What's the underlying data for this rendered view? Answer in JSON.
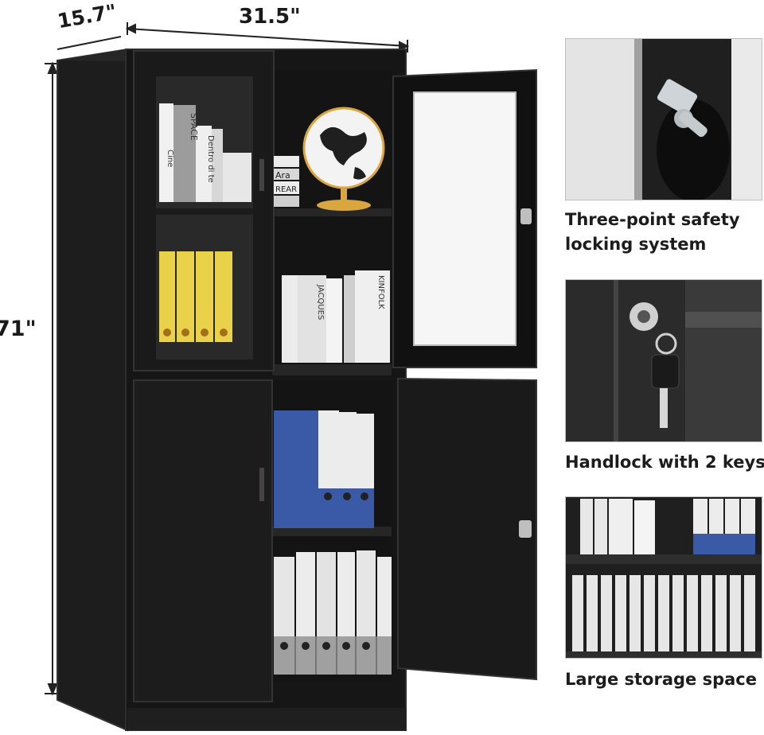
{
  "dimensions": {
    "depth": "15.7\"",
    "width": "31.5\"",
    "height": "71\""
  },
  "features": [
    {
      "line1": "Three-point safety",
      "line2": "locking system"
    },
    {
      "line1": "Handlock with 2 keys"
    },
    {
      "line1": "Large storage space"
    }
  ],
  "book_spines": [
    "SPACE",
    "Dentro di te",
    "Cine",
    "Ara",
    "REAR",
    "JACQUES",
    "KINFOLK"
  ],
  "colors": {
    "cabinet": "#1b1b1b",
    "cabinet_edge": "#2c2c2c",
    "folder_blue": "#3a5aa8",
    "folder_yellow": "#e9d24a",
    "folder_white": "#ececec",
    "globe_stand": "#d9a640"
  }
}
